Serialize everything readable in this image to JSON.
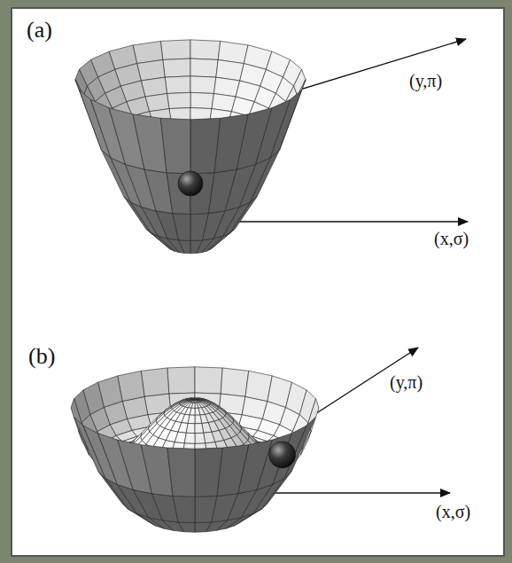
{
  "diagram": {
    "labels": [
      "(a)",
      "(y,π)",
      "(x,σ)",
      "(b)",
      "(y,π)",
      "(x,σ)"
    ]
  }
}
